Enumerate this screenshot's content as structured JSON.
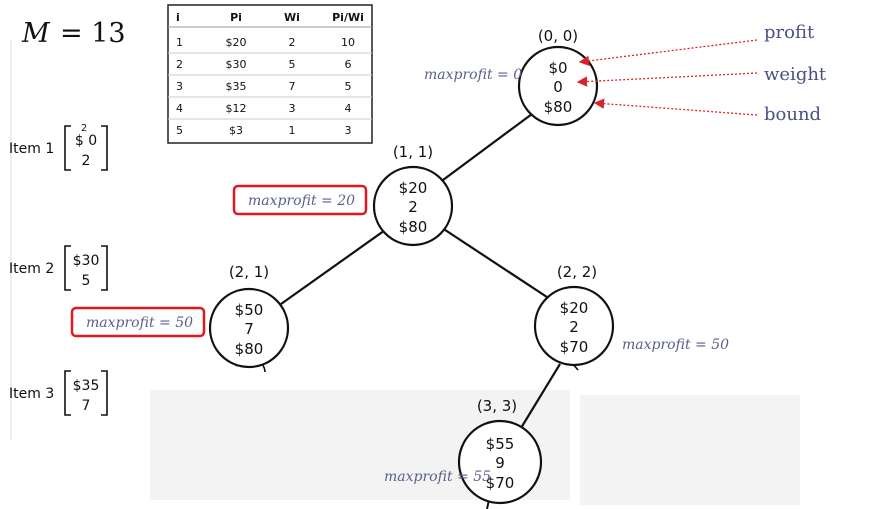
{
  "capacity_label": "M = 13",
  "capacity_var": "M",
  "capacity_eq": "= 13",
  "items_table": {
    "headers": [
      "i",
      "Pi",
      "Wi",
      "Pi/Wi"
    ],
    "rows": [
      [
        "1",
        "$20",
        "2",
        "10"
      ],
      [
        "2",
        "$30",
        "5",
        "6"
      ],
      [
        "3",
        "$35",
        "7",
        "5"
      ],
      [
        "4",
        "$12",
        "3",
        "4"
      ],
      [
        "5",
        "$3",
        "1",
        "3"
      ]
    ]
  },
  "item_vectors": [
    {
      "label": "Item 1",
      "top": "$ 0",
      "top_mark": "2",
      "bottom": "2"
    },
    {
      "label": "Item 2",
      "top": "$30",
      "bottom": "5"
    },
    {
      "label": "Item 3",
      "top": "$35",
      "bottom": "7"
    }
  ],
  "legend": {
    "profit": "profit",
    "weight": "weight",
    "bound": "bound"
  },
  "nodes": [
    {
      "id": "0,0",
      "label": "(0, 0)",
      "profit": "$0",
      "weight": "0",
      "bound": "$80",
      "maxprofit": "maxprofit = 0",
      "highlight": false
    },
    {
      "id": "1,1",
      "label": "(1, 1)",
      "profit": "$20",
      "weight": "2",
      "bound": "$80",
      "maxprofit": "maxprofit = 20",
      "highlight": true
    },
    {
      "id": "2,1",
      "label": "(2, 1)",
      "profit": "$50",
      "weight": "7",
      "bound": "$80",
      "maxprofit": "maxprofit = 50",
      "highlight": true
    },
    {
      "id": "2,2",
      "label": "(2, 2)",
      "profit": "$20",
      "weight": "2",
      "bound": "$70",
      "maxprofit": "maxprofit = 50",
      "highlight": false
    },
    {
      "id": "3,3",
      "label": "(3, 3)",
      "profit": "$55",
      "weight": "9",
      "bound": "$70",
      "maxprofit": "maxprofit = 55",
      "highlight": false
    }
  ],
  "colors": {
    "maxprofit_text": "#5a5f8c",
    "highlight_box": "#e0191f",
    "arrow": "#d9232a",
    "ink": "#111111"
  }
}
